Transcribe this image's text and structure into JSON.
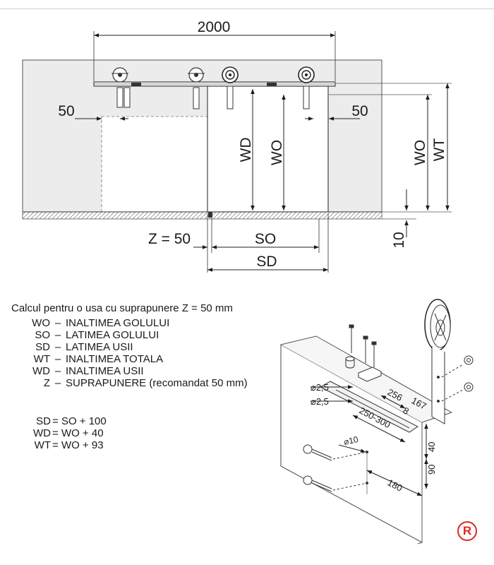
{
  "top_view": {
    "width_2000": "2000",
    "overlap_left": "50",
    "overlap_right": "50",
    "wd": "WD",
    "wo": "WO",
    "wo_right": "WO",
    "wt": "WT",
    "floor_gap": "10",
    "z_label": "Z = 50",
    "so": "SO",
    "sd": "SD"
  },
  "legend": {
    "intro": "Calcul pentru o usa cu suprapunere Z = 50 mm",
    "items": [
      {
        "code": "WO",
        "text": "INALTIMEA GOLULUI"
      },
      {
        "code": "SO",
        "text": "LATIMEA GOLULUI"
      },
      {
        "code": "SD",
        "text": "LATIMEA USII"
      },
      {
        "code": "WT",
        "text": "INALTIMEA TOTALA"
      },
      {
        "code": "WD",
        "text": "INALTIMEA USII"
      },
      {
        "code": "Z",
        "text": "SUPRAPUNERE (recomandat 50 mm)"
      }
    ],
    "dash": "–"
  },
  "formulas": [
    {
      "left": "SD",
      "right": "SO + 100"
    },
    {
      "left": "WD",
      "right": "WO + 40"
    },
    {
      "left": "WT",
      "right": "WO + 93"
    }
  ],
  "detail_view": {
    "d25_a": "⌀2,5",
    "d25_b": "⌀2,5",
    "d10": "⌀10",
    "dim_256": "256",
    "dim_167": "167",
    "dim_8": "8",
    "dim_250_300": "250-300",
    "dim_40": "40",
    "dim_90": "90",
    "dim_180": "180"
  },
  "registered": "R"
}
